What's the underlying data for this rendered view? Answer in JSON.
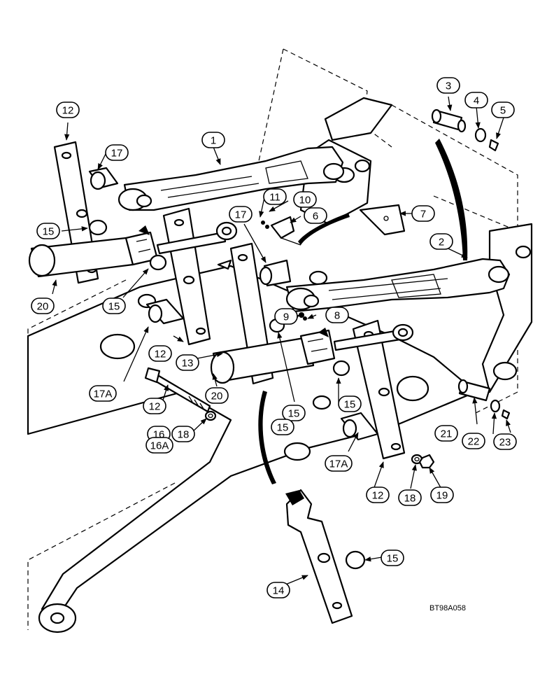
{
  "figure_code": "BT98A058",
  "callouts": [
    "1",
    "2",
    "3",
    "4",
    "5",
    "6",
    "7",
    "8",
    "9",
    "10",
    "11",
    "12",
    "12",
    "12",
    "12",
    "13",
    "14",
    "15",
    "15",
    "15",
    "15",
    "15",
    "15",
    "16",
    "16A",
    "17",
    "17",
    "17A",
    "17A",
    "18",
    "18",
    "19",
    "20",
    "20",
    "21",
    "22",
    "23"
  ]
}
